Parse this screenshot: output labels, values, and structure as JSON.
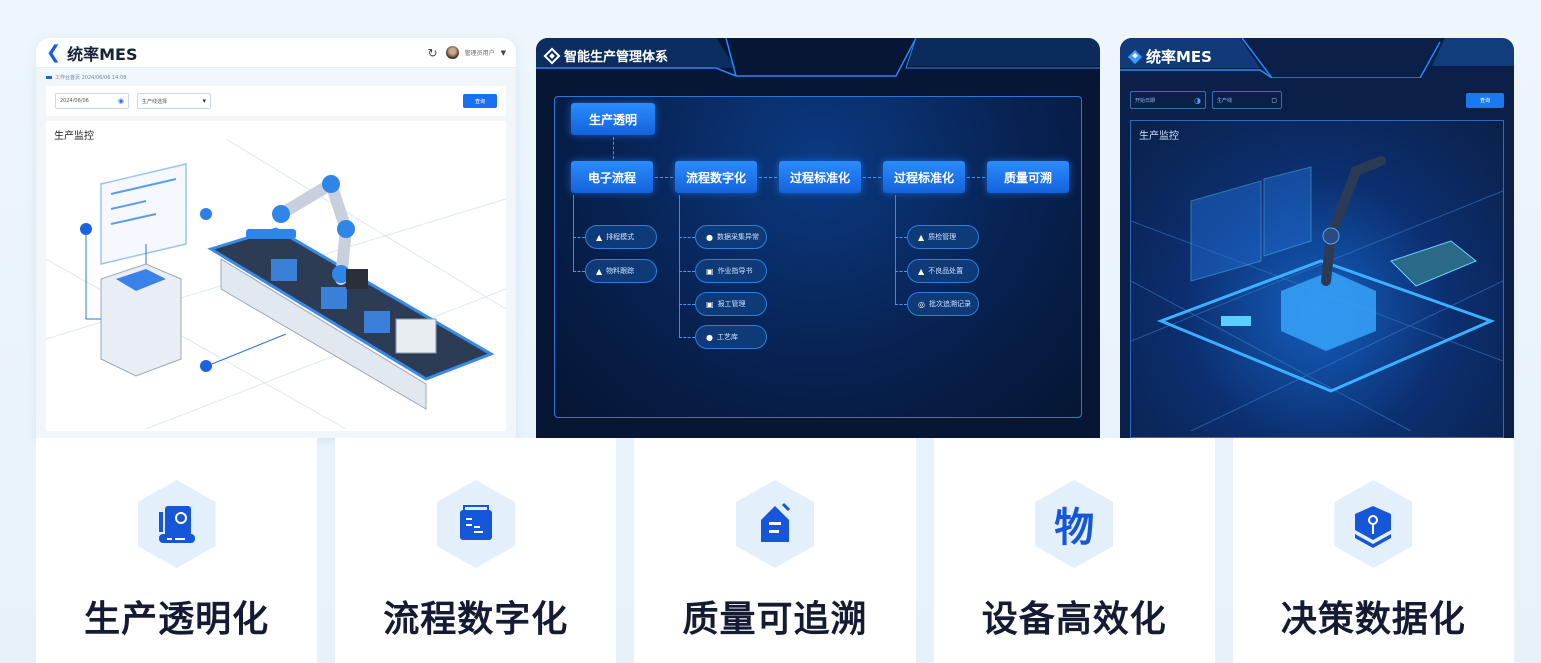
{
  "panel_light": {
    "back_icon": "chevron-left",
    "app_title": "统率MES",
    "refresh_icon": "refresh",
    "user_name": "管理员用户",
    "breadcrumb": "工作台首页 2024/06/06 14:08",
    "filter": {
      "date_value": "2024/06/06",
      "select_value": "生产线选择",
      "query_button": "查询"
    },
    "card_title": "生产监控"
  },
  "panel_flow": {
    "title": "智能生产管理体系",
    "root_node": "生产透明",
    "nodes": [
      "电子流程",
      "流程数字化",
      "过程标准化",
      "过程标准化",
      "质量可溯"
    ],
    "branches": [
      {
        "items": [
          "排程模式",
          "物料跟踪"
        ]
      },
      {
        "items": [
          "数据采集异常",
          "作业指导书",
          "报工管理",
          "工艺库"
        ]
      },
      {
        "items": [
          "质检管理",
          "不良品处置",
          "批次追溯记录"
        ]
      }
    ]
  },
  "panel_dark": {
    "app_title": "统率MES",
    "filter": {
      "date_value": "开始日期",
      "select_value": "生产线",
      "query_button": "查询"
    },
    "card_title": "生产监控"
  },
  "features": [
    {
      "title": "生产透明化",
      "icon": "machine-monitor-icon",
      "glyph": "⚙"
    },
    {
      "title": "流程数字化",
      "icon": "folder-list-icon",
      "glyph": "▤"
    },
    {
      "title": "质量可追溯",
      "icon": "document-house-icon",
      "glyph": "⌂"
    },
    {
      "title": "设备高效化",
      "icon": "wu-character-icon",
      "glyph": "物"
    },
    {
      "title": "决策数据化",
      "icon": "cube-box-icon",
      "glyph": "⬢"
    }
  ],
  "colors": {
    "accent": "#1a6ff0",
    "dark_bg": "#061634",
    "title_text": "#141b33",
    "hex_bg": "#e3effb"
  }
}
